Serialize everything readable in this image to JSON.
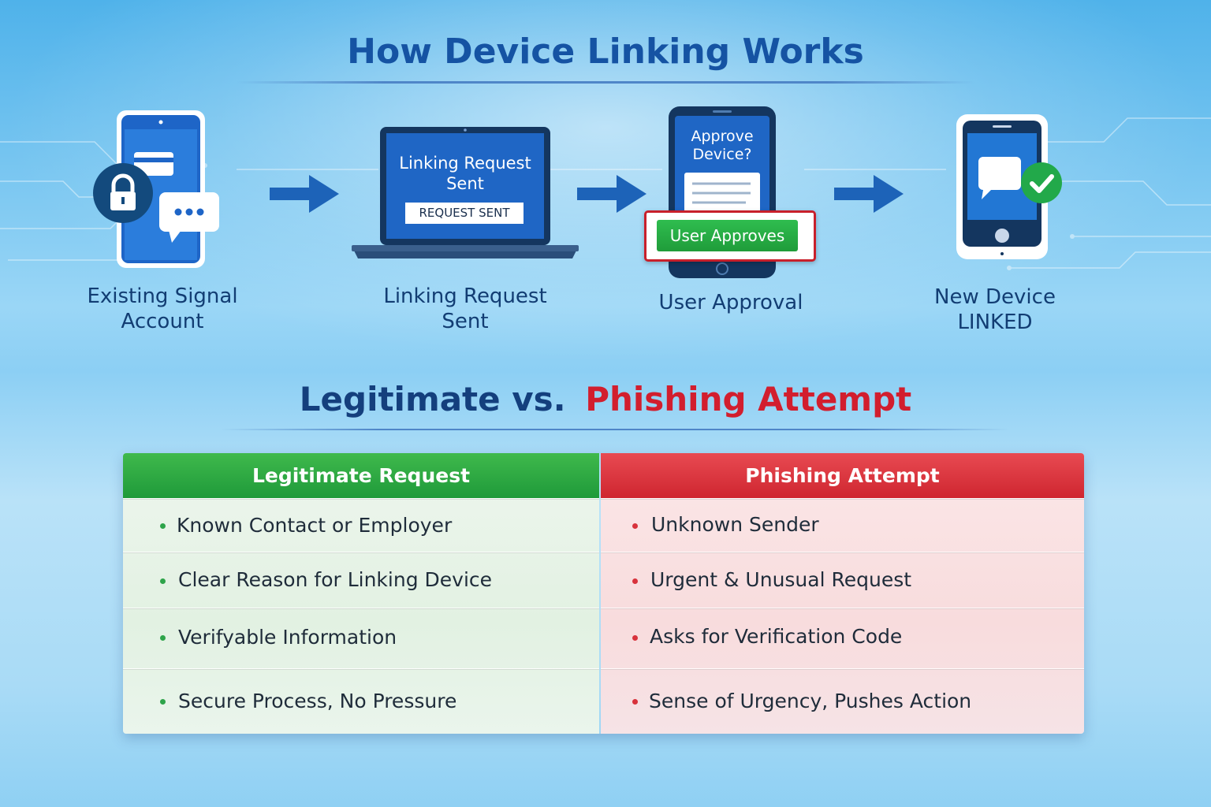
{
  "header": {
    "title": "How Device Linking Works"
  },
  "steps": [
    {
      "label_line1": "Existing Signal",
      "label_line2": "Account"
    },
    {
      "label_line1": "Linking Request",
      "label_line2": "Sent",
      "screen_title_line1": "Linking Request",
      "screen_title_line2": "Sent",
      "screen_badge": "REQUEST SENT"
    },
    {
      "label_line1": "User Approval",
      "screen_title_line1": "Approve",
      "screen_title_line2": "Device?",
      "button": "User Approves"
    },
    {
      "label_line1": "New Device",
      "label_line2": "LINKED"
    }
  ],
  "comparison": {
    "heading_legit": "Legitimate vs.",
    "heading_phish": "Phishing Attempt",
    "legit_header": "Legitimate Request",
    "phish_header": "Phishing Attempt",
    "legit_items": [
      "Known Contact or Employer",
      "Clear Reason for Linking Device",
      "Verifyable Information",
      "Secure Process, No Pressure"
    ],
    "phish_items": [
      "Unknown Sender",
      "Urgent & Unusual Request",
      "Asks for Verification Code",
      "Sense of Urgency, Pushes Action"
    ]
  },
  "colors": {
    "title": "#1553a3",
    "legit": "#2ea44a",
    "phish": "#d21e2e",
    "arrow": "#1d63b8"
  },
  "icons": [
    "lock-icon",
    "chat-bubble-icon",
    "arrow-right-icon",
    "laptop-icon",
    "phone-icon",
    "checkmark-icon"
  ]
}
